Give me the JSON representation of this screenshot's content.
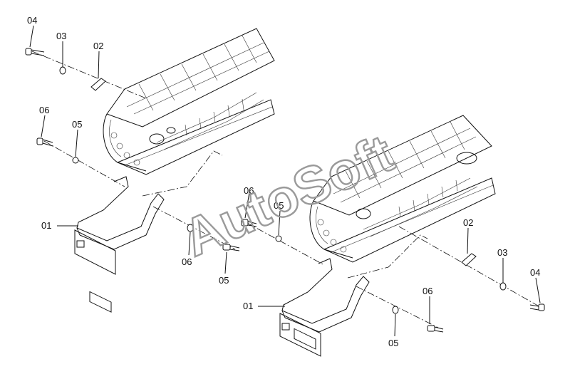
{
  "watermark": "AutoSoft",
  "callouts": {
    "left_04": "04",
    "left_03": "03",
    "left_02": "02",
    "left_06_top": "06",
    "left_05_top": "05",
    "left_01": "01",
    "left_06_bottom": "06",
    "left_05_bottom": "05",
    "right_06_top": "06",
    "right_05_top": "05",
    "right_02": "02",
    "right_03": "03",
    "right_04": "04",
    "right_01": "01",
    "right_06_bottom": "06",
    "right_05_bottom": "05"
  }
}
